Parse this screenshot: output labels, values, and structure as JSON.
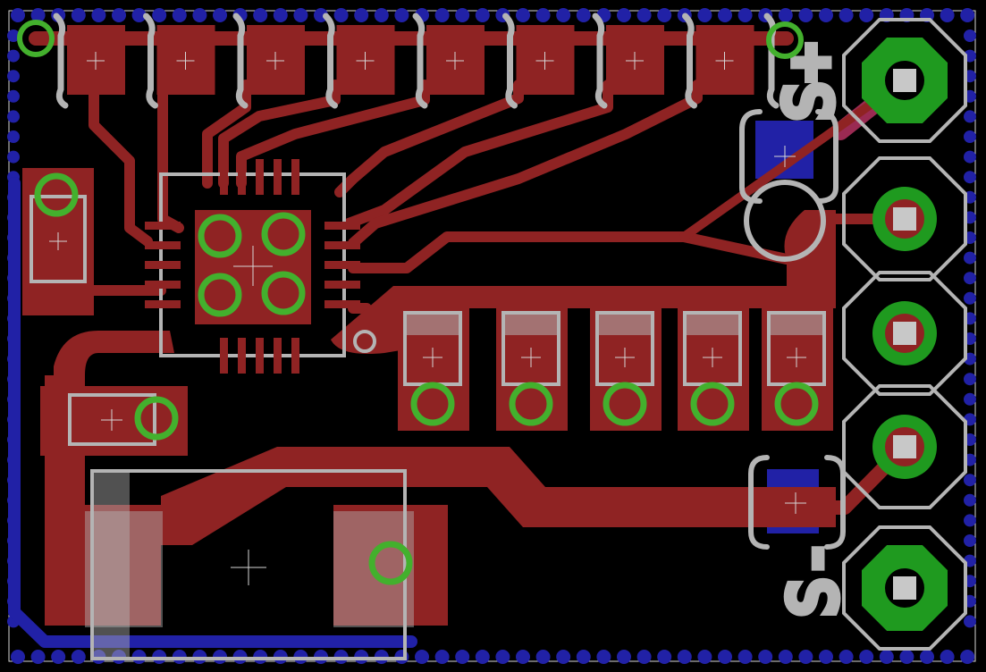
{
  "colors": {
    "background": "#000000",
    "top_copper": "#8f2323",
    "bottom_copper": "#2121a6",
    "pad_ring": "#1f9a1f",
    "via_ring": "#43b02d",
    "silkscreen": "#b4b4b4",
    "drill": "#c8c8c8",
    "dimension": "#d6d6d6"
  },
  "labels": {
    "s_plus": "S+",
    "s_minus": "S-",
    "o": "O"
  },
  "board": {
    "layers": [
      "top",
      "bottom",
      "silkscreen",
      "vias",
      "pads"
    ],
    "led_resistors": 8,
    "bottom_resistors": 5,
    "header_pins": 5
  }
}
